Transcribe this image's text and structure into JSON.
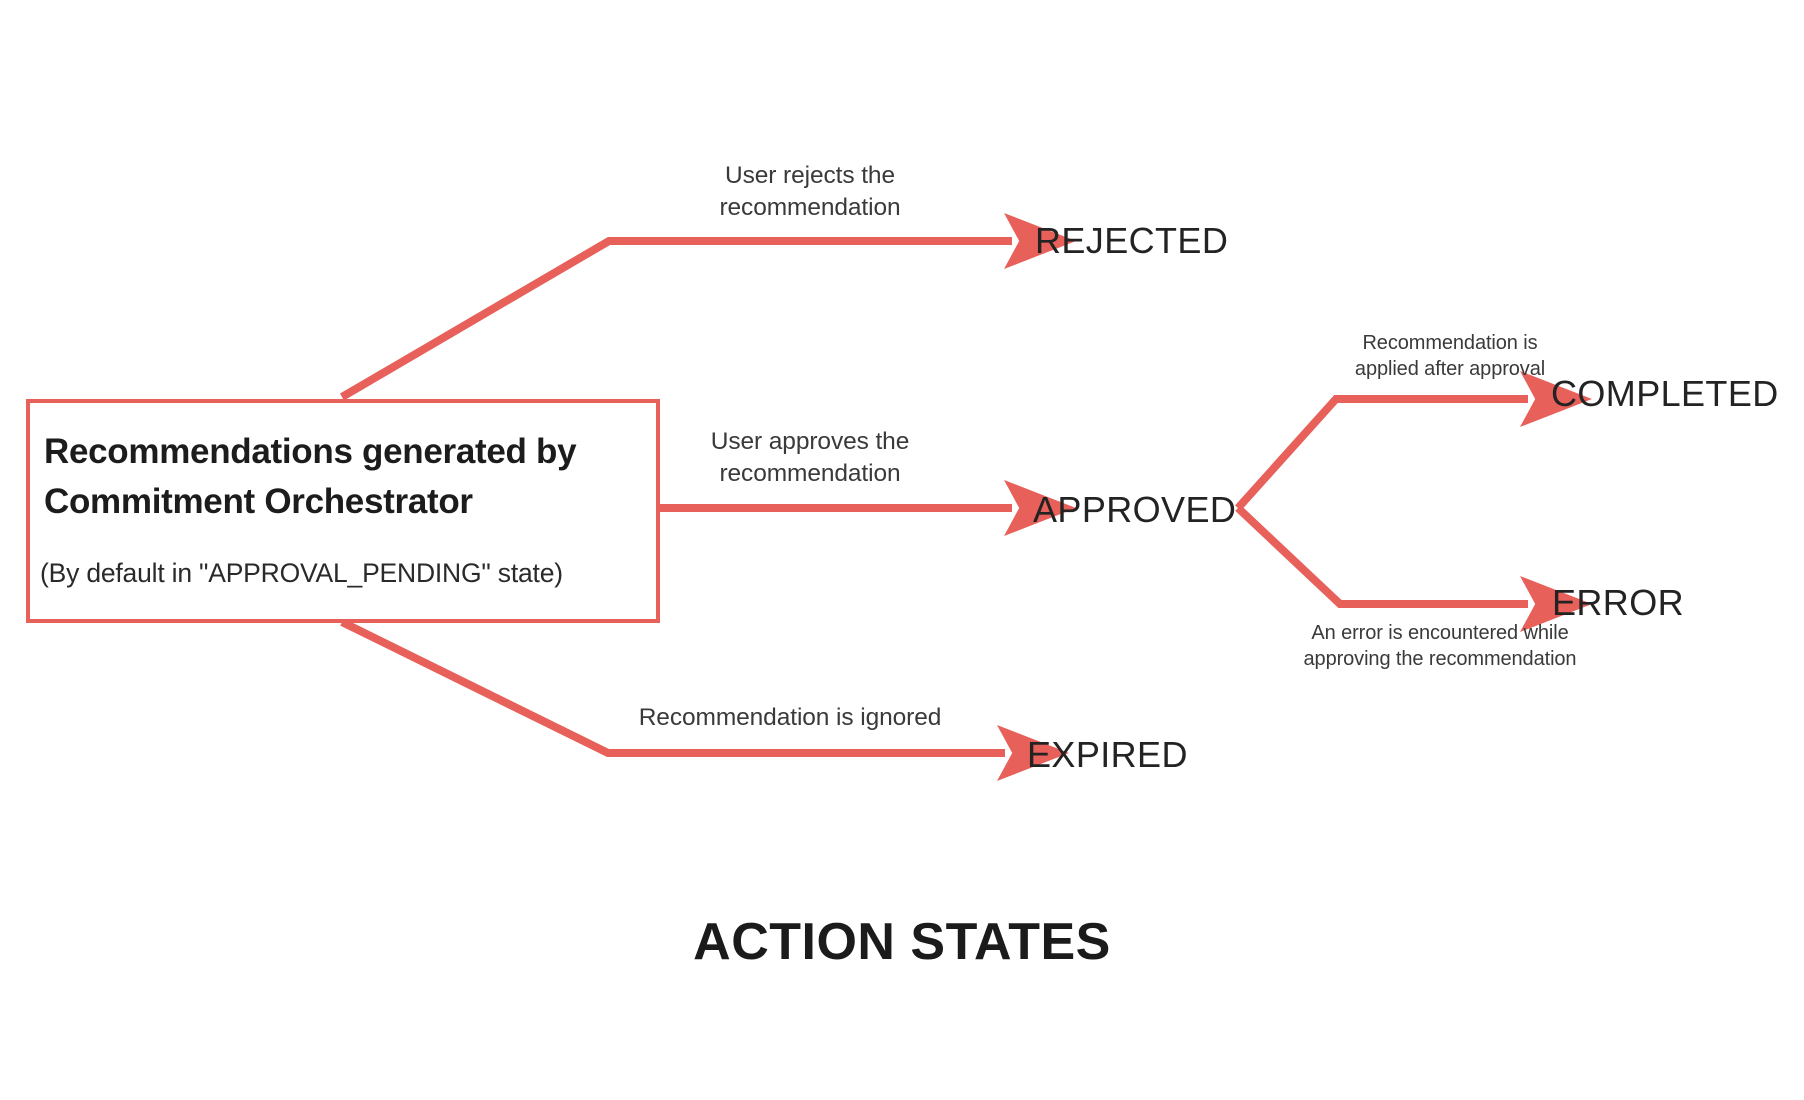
{
  "diagram": {
    "title": "ACTION STATES",
    "accent_color": "#E8605A",
    "text_color": "#232323",
    "background": "#ffffff",
    "source_node": {
      "title": "Recommendations generated by Commitment Orchestrator",
      "subtitle": "(By default in \"APPROVAL_PENDING\" state)"
    },
    "states": {
      "rejected": "REJECTED",
      "approved": "APPROVED",
      "expired": "EXPIRED",
      "completed": "COMPLETED",
      "error": "ERROR"
    },
    "transitions": {
      "to_rejected": "User rejects the\nrecommendation",
      "to_approved": "User approves the\nrecommendation",
      "to_expired": "Recommendation is ignored",
      "to_completed": "Recommendation is\napplied after approval",
      "to_error": "An error is encountered while\napproving the recommendation"
    }
  }
}
